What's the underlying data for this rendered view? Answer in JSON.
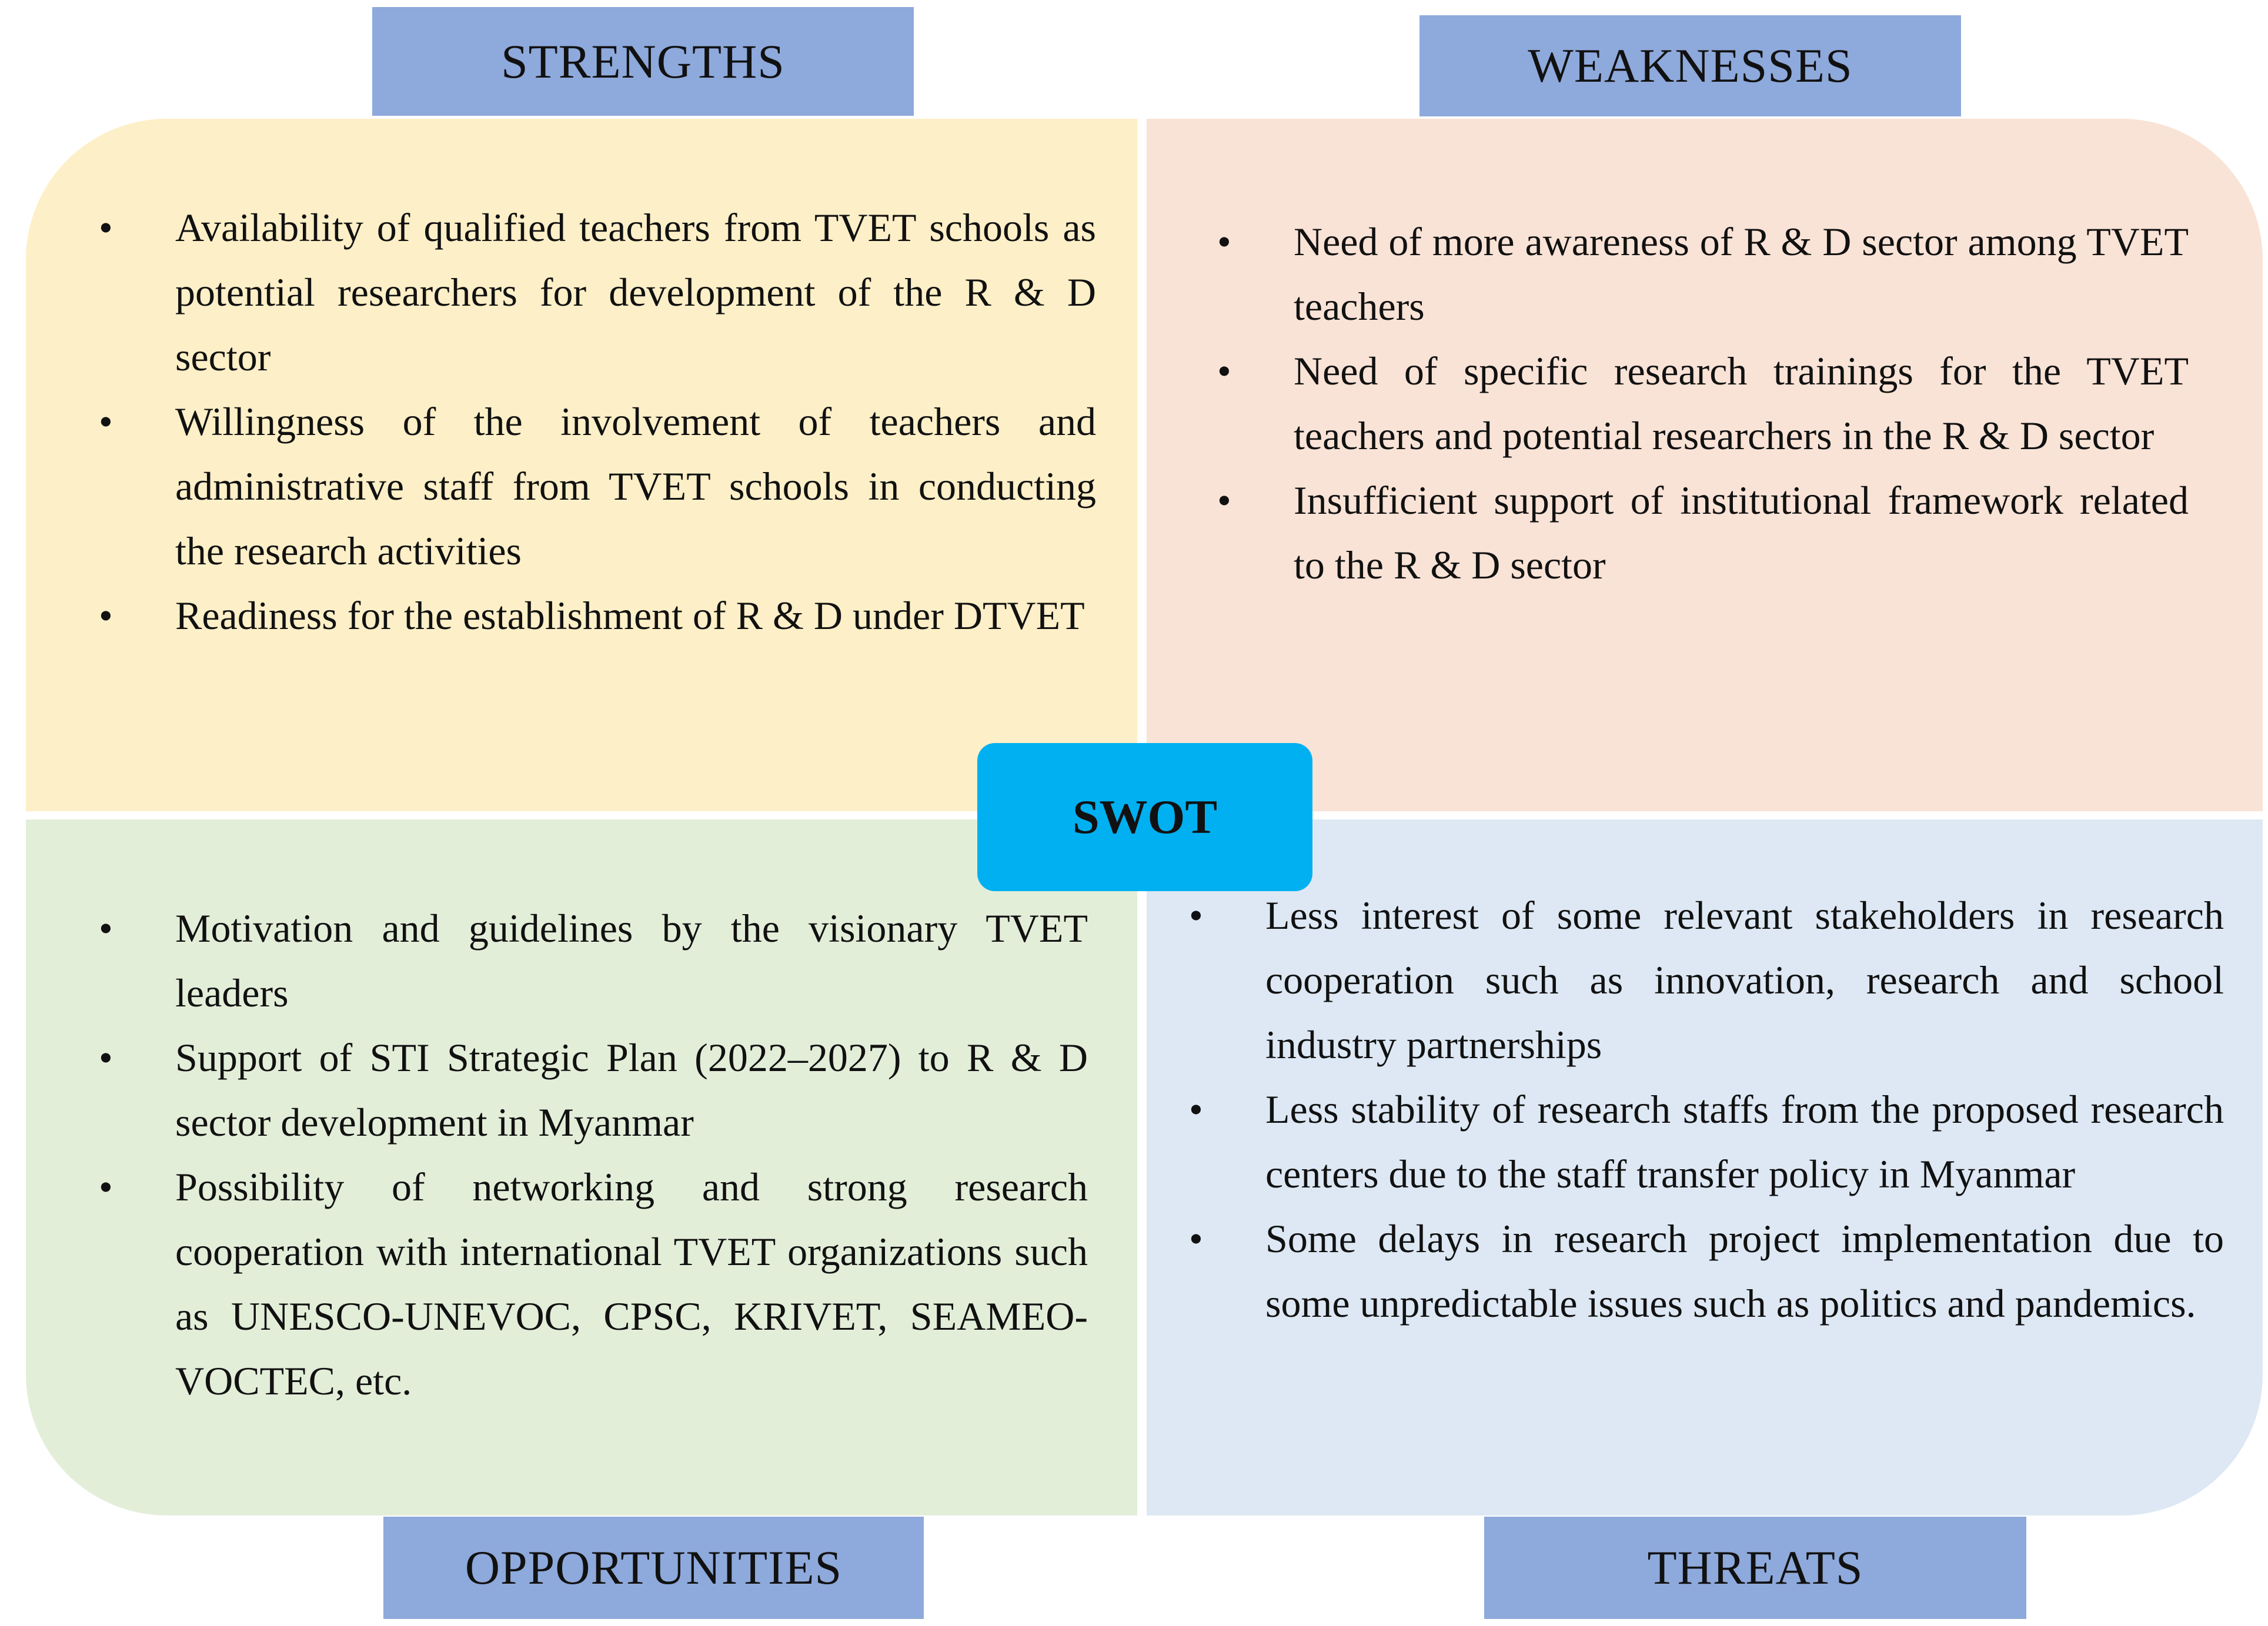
{
  "center": {
    "label": "SWOT"
  },
  "strengths": {
    "title": "STRENGTHS",
    "items": [
      "Availability of qualified teachers from TVET schools as potential researchers for development of the R & D sector",
      "Willingness of the involvement of teachers and administrative staff from TVET schools in conducting the research activities",
      "Readiness for the establishment of R & D under DTVET"
    ]
  },
  "weaknesses": {
    "title": "WEAKNESSES",
    "items": [
      "Need of more awareness of R & D sector among TVET teachers",
      "Need of specific research trainings for the TVET teachers and potential researchers in the R & D sector",
      "Insufficient support of institutional framework related to the R & D sector"
    ]
  },
  "opportunities": {
    "title": "OPPORTUNITIES",
    "items": [
      "Motivation and guidelines by the visionary TVET leaders",
      "Support of STI Strategic Plan (2022–2027) to R & D sector development in Myanmar",
      "Possibility of networking and strong research cooperation with international TVET organizations such as UNESCO-UNEVOC, CPSC, KRIVET, SEAMEO-VOCTEC, etc."
    ]
  },
  "threats": {
    "title": "THREATS",
    "items": [
      "Less interest of some relevant stakeholders in research cooperation such as innovation, research and school industry partnerships",
      "Less stability of research staffs from the proposed research centers due to the staff transfer policy in Myanmar",
      "Some delays in research project implementation due to some unpredictable issues such as politics and pandemics."
    ]
  },
  "colors": {
    "strengths_bg": "#fdefc7",
    "weaknesses_bg": "#f9e3d6",
    "opportunities_bg": "#e3eed9",
    "threats_bg": "#dde8f4",
    "header_bg": "#8ea9db",
    "center_bg": "#00b0f0"
  }
}
